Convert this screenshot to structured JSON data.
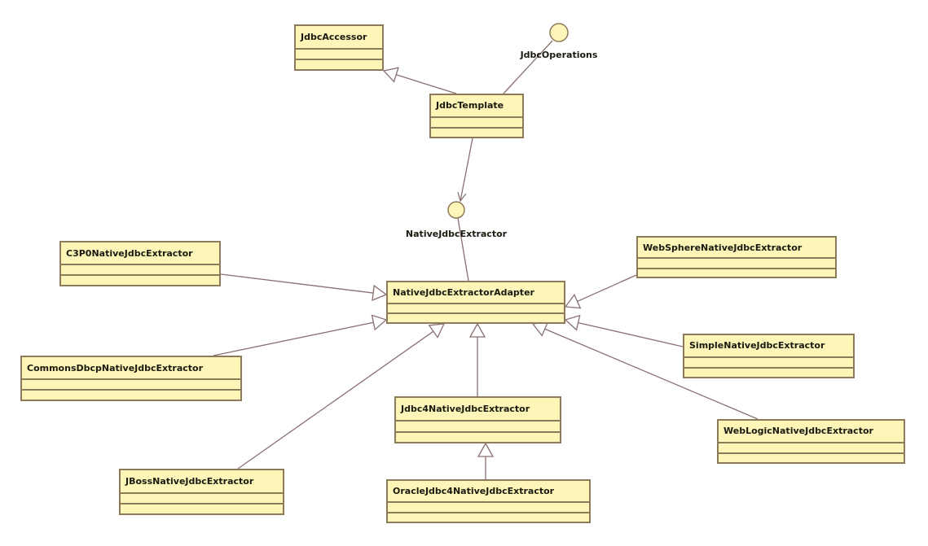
{
  "classes": {
    "jdbc_accessor": "JdbcAccessor",
    "jdbc_template": "JdbcTemplate",
    "adapter": "NativeJdbcExtractorAdapter",
    "c3p0": "C3P0NativeJdbcExtractor",
    "commons_dbcp": "CommonsDbcpNativeJdbcExtractor",
    "jboss": "JBossNativeJdbcExtractor",
    "jdbc4": "Jdbc4NativeJdbcExtractor",
    "oracle_jdbc4": "OracleJdbc4NativeJdbcExtractor",
    "websphere": "WebSphereNativeJdbcExtractor",
    "simple": "SimpleNativeJdbcExtractor",
    "weblogic": "WebLogicNativeJdbcExtractor"
  },
  "interfaces": {
    "jdbc_operations": "JdbcOperations",
    "native_jdbc_extractor": "NativeJdbcExtractor"
  },
  "relations": [
    {
      "from": "jdbc_template",
      "to": "jdbc_accessor",
      "type": "generalization"
    },
    {
      "from": "jdbc_template",
      "to": "jdbc_operations",
      "type": "realization"
    },
    {
      "from": "jdbc_template",
      "to": "native_jdbc_extractor",
      "type": "dependency"
    },
    {
      "from": "adapter",
      "to": "native_jdbc_extractor",
      "type": "realization"
    },
    {
      "from": "c3p0",
      "to": "adapter",
      "type": "generalization"
    },
    {
      "from": "commons_dbcp",
      "to": "adapter",
      "type": "generalization"
    },
    {
      "from": "jboss",
      "to": "adapter",
      "type": "generalization"
    },
    {
      "from": "jdbc4",
      "to": "adapter",
      "type": "generalization"
    },
    {
      "from": "oracle_jdbc4",
      "to": "jdbc4",
      "type": "generalization"
    },
    {
      "from": "websphere",
      "to": "adapter",
      "type": "generalization"
    },
    {
      "from": "simple",
      "to": "adapter",
      "type": "generalization"
    },
    {
      "from": "weblogic",
      "to": "adapter",
      "type": "generalization"
    }
  ],
  "colors": {
    "fill": "#fdf6b8",
    "border": "#8c7a58",
    "line": "#8a7070"
  }
}
